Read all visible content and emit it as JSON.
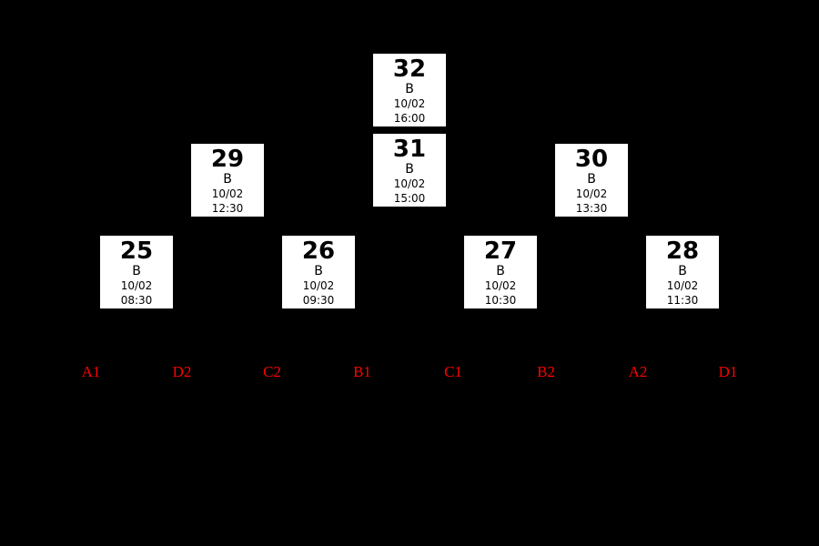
{
  "bracket": {
    "colors": {
      "background": "#000000",
      "box_background": "#ffffff",
      "box_text": "#000000",
      "seed_label": "#ff0000"
    },
    "matches": [
      {
        "number": "25",
        "team": "B",
        "date": "10/02",
        "time": "08:30"
      },
      {
        "number": "26",
        "team": "B",
        "date": "10/02",
        "time": "09:30"
      },
      {
        "number": "27",
        "team": "B",
        "date": "10/02",
        "time": "10:30"
      },
      {
        "number": "28",
        "team": "B",
        "date": "10/02",
        "time": "11:30"
      },
      {
        "number": "29",
        "team": "B",
        "date": "10/02",
        "time": "12:30"
      },
      {
        "number": "30",
        "team": "B",
        "date": "10/02",
        "time": "13:30"
      },
      {
        "number": "31",
        "team": "B",
        "date": "10/02",
        "time": "15:00"
      },
      {
        "number": "32",
        "team": "B",
        "date": "10/02",
        "time": "16:00"
      }
    ],
    "seeds": [
      "A1",
      "D2",
      "C2",
      "B1",
      "C1",
      "B2",
      "A2",
      "D1"
    ]
  }
}
